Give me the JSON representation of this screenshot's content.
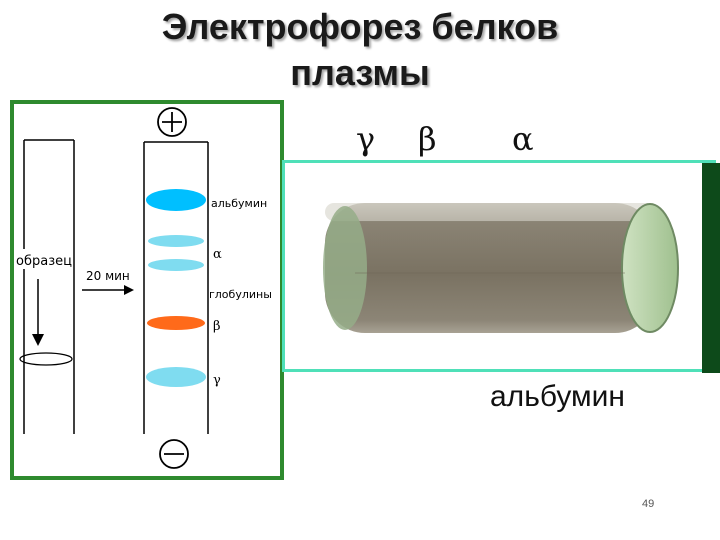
{
  "title": {
    "line1": "Электрофорез белков",
    "line2": "плазмы"
  },
  "diagram": {
    "sample_label": "образец",
    "time_label": "20 мин",
    "plus_sign": "⊕",
    "minus_sign": "⊖",
    "band_labels": {
      "albumin": "альбумин",
      "alpha": "α",
      "globulins": "глобулины",
      "beta": "β",
      "gamma": "γ"
    },
    "colors": {
      "frame": "#2e8a2e",
      "albumin_band": "#00bfff",
      "globulin_band": "#7fdcf0",
      "beta_band": "#ff6a1a"
    }
  },
  "photo": {
    "greek_labels": {
      "gamma": "γ",
      "beta": "β",
      "alpha": "α"
    },
    "caption": "альбумин",
    "colors": {
      "frame": "#4fe0b8",
      "tube": "#7f7868",
      "bar": "#0d4a1a"
    }
  },
  "page_number": "49"
}
